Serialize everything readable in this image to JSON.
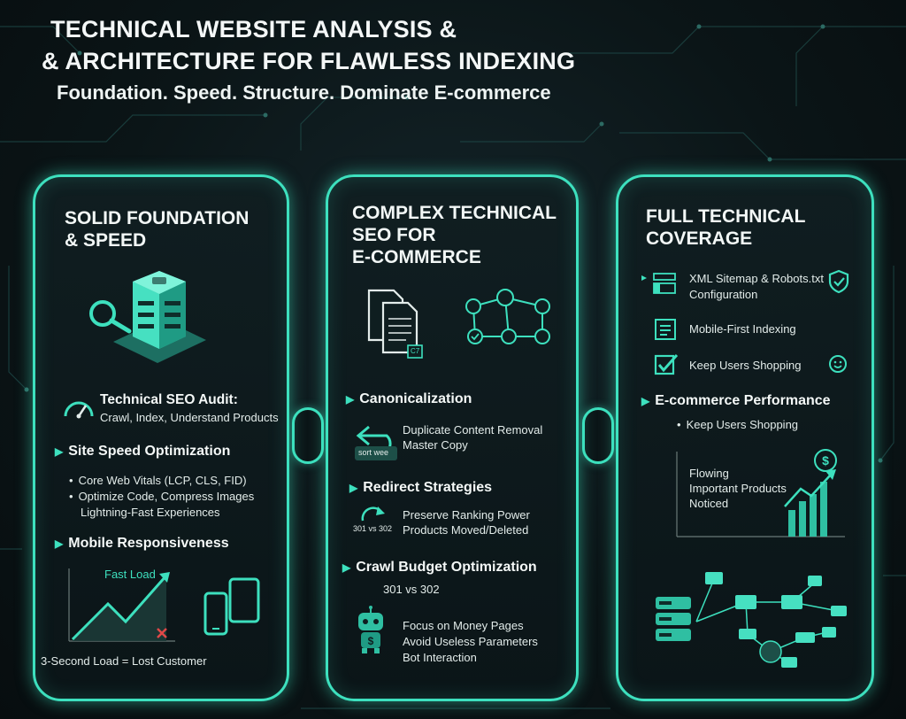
{
  "header": {
    "title_line1": "TECHNICAL WEBSITE ANALYSIS &",
    "title_line2": "& ARCHITECTURE FOR FLAWLESS INDEXING",
    "subtitle": "Foundation. Speed. Structure. Dominate E-commerce"
  },
  "panel1": {
    "title_line1": "SOLID FOUNDATION",
    "title_line2": "& SPEED",
    "audit_title": "Technical SEO Audit:",
    "audit_sub": "Crawl, Index, Understand Products",
    "speed_heading": "Site Speed Optimization",
    "speed_bullets": [
      "Core Web Vitals (LCP, CLS, FID)",
      "Optimize Code, Compress Images"
    ],
    "speed_extra": "Lightning-Fast Experiences",
    "mobile_heading": "Mobile Responsiveness",
    "chart_label": "Fast Load",
    "footer": "3-Second Load = Lost Customer"
  },
  "panel2": {
    "title_line1": "COMPLEX TECHNICAL",
    "title_line2": "SEO FOR",
    "title_line3": "E-COMMERCE",
    "canon_heading": "Canonicalization",
    "canon_lines": [
      "Duplicate Content Removal",
      "Master Copy"
    ],
    "canon_tag": "sort wee",
    "doc_tag": "C7",
    "redirect_heading": "Redirect Strategies",
    "redirect_lines": [
      "Preserve Ranking Power",
      "Products Moved/Deleted"
    ],
    "redirect_tag": "301 vs 302",
    "crawl_heading": "Crawl Budget Optimization",
    "crawl_sub": "301 vs 302",
    "crawl_lines": [
      "Focus on Money Pages",
      "Avoid Useless Parameters",
      "Bot Interaction"
    ]
  },
  "panel3": {
    "title_line1": "FULL TECHNICAL",
    "title_line2": "COVERAGE",
    "items": [
      {
        "line1": "XML Sitemap & Robots.txt",
        "line2": "Configuration"
      },
      {
        "line1": "Mobile-First Indexing"
      },
      {
        "line1": "Keep Users Shopping"
      }
    ],
    "perf_heading": "E-commerce Performance",
    "perf_bullet": "Keep Users Shopping",
    "chart_lines": [
      "Flowing",
      "Important Products",
      "Noticed"
    ]
  },
  "colors": {
    "accent": "#3de0be",
    "background": "#0b1517",
    "text": "#e9f3f1"
  }
}
